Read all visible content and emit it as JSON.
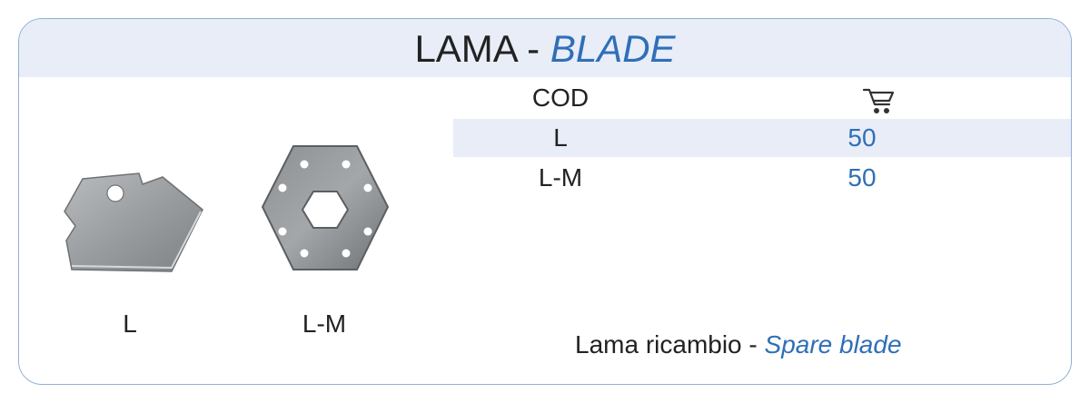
{
  "header": {
    "title_main": "LAMA - ",
    "title_accent": "BLADE"
  },
  "table": {
    "col_code": "COD",
    "col_qty_icon": "shopping-cart-icon",
    "rows": [
      {
        "code": "L",
        "qty": "50"
      },
      {
        "code": "L-M",
        "qty": "50"
      }
    ]
  },
  "products": [
    {
      "label": "L"
    },
    {
      "label": "L-M"
    }
  ],
  "footer": {
    "text_main": "Lama ricambio - ",
    "text_accent": "Spare blade"
  },
  "colors": {
    "accent": "#2f6fb6",
    "band": "#e8edf8",
    "border": "#8fb0d6"
  }
}
